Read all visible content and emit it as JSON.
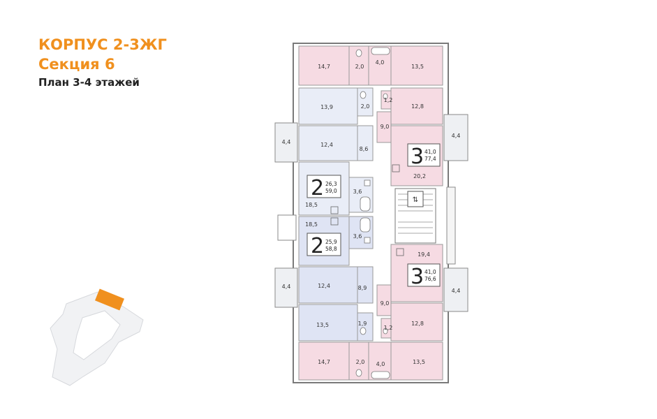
{
  "header": {
    "building": "КОРПУС 2-3ЖГ",
    "section": "Секция 6",
    "plan": "План 3-4 этажей"
  },
  "colors": {
    "accent": "#f0901e",
    "pink": "#f6dbe3",
    "blue_light": "#e9edf7",
    "blue": "#dfe4f4",
    "wall": "#7a7a7a",
    "corridor": "#ffffff",
    "balcony": "#eef0f3"
  },
  "apartments": [
    {
      "rooms": "2",
      "living": "26,3",
      "total": "59,0"
    },
    {
      "rooms": "2",
      "living": "25,9",
      "total": "58,8"
    },
    {
      "rooms": "3",
      "living": "41,0",
      "total": "77,4"
    },
    {
      "rooms": "3",
      "living": "41,0",
      "total": "76,6"
    }
  ],
  "areas": {
    "lt_top": "14,7",
    "wc_top": "2,0",
    "bath_top": "4,0",
    "rt_top": "13,5",
    "l2": "13,9",
    "wc2": "2,0",
    "r_wc": "1,2",
    "r2": "12,8",
    "hall_r_top": "9,0",
    "bal_r_top": "4,4",
    "bal_l_top": "4,4",
    "l3": "12,4",
    "hall_l_top": "8,6",
    "r_big_top": "20,2",
    "bath_l_top": "3,6",
    "liv_l_top": "18,5",
    "liv_l_bot": "18,5",
    "bath_l_bot": "3,6",
    "r_big_bot": "19,4",
    "bal_l_bot": "4,4",
    "l5": "12,4",
    "hall_l_bot": "8,9",
    "hall_r_bot": "9,0",
    "bal_r_bot": "4,4",
    "l6": "13,5",
    "wc_l_bot": "1,9",
    "r_wc_bot": "1,2",
    "r6": "12,8",
    "lt_bot": "14,7",
    "wc_bot": "2,0",
    "bath_bot": "4,0",
    "rt_bot": "13,5"
  }
}
